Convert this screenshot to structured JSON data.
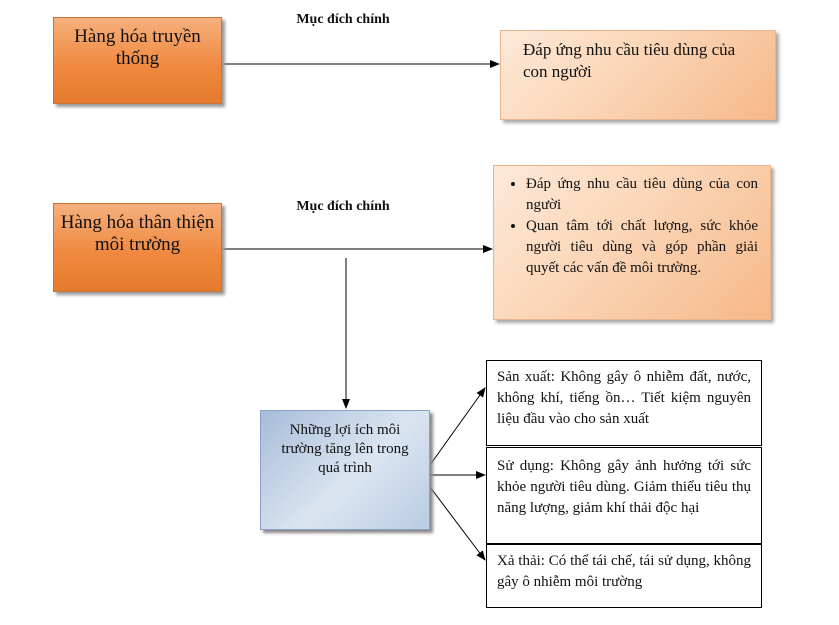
{
  "traditional": {
    "title": "Hàng hóa truyền thống",
    "purpose_label": "Mục đích chính",
    "purpose": "Đáp ứng nhu cầu tiêu dùng của con người"
  },
  "green": {
    "title": "Hàng hóa thân thiện môi trường",
    "purpose_label": "Mục đích chính",
    "purposes": [
      "Đáp ứng nhu cầu tiêu dùng của con người",
      "Quan tâm tới chất lượng, sức khỏe người tiêu dùng và góp phần giải quyết các vấn đề môi trường."
    ]
  },
  "benefits": {
    "title": "Những lợi ích môi trường tăng lên trong quá trình",
    "items": [
      "Sản xuất: Không gây ô nhiễm đất, nước, không khí, tiếng ồn… Tiết kiệm nguyên liệu đầu vào cho sản xuất",
      "Sử dụng: Không gây ảnh hưởng tới sức khỏe người tiêu dùng. Giảm thiểu tiêu thụ năng lượng, giảm khí thải độc hại",
      "Xả thải: Có thể tái chế, tái sử dụng, không gây ô nhiễm môi trường"
    ]
  }
}
